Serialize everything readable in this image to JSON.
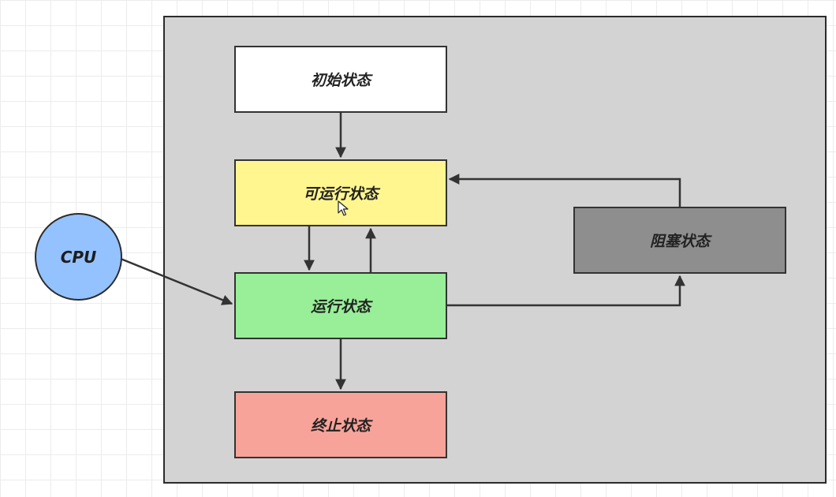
{
  "states": {
    "initial": {
      "label": "初始状态",
      "color": "#ffffff"
    },
    "runnable": {
      "label": "可运行状态",
      "color": "#fff68f"
    },
    "running": {
      "label": "运行状态",
      "color": "#98ef98"
    },
    "terminated": {
      "label": "终止状态",
      "color": "#f8a399"
    },
    "blocked": {
      "label": "阻塞状态",
      "color": "#8e8e8e"
    }
  },
  "cpu": {
    "label": "CPU",
    "color": "#93c2ff"
  },
  "container_color": "#d3d3d3",
  "arrow_color": "#333333"
}
